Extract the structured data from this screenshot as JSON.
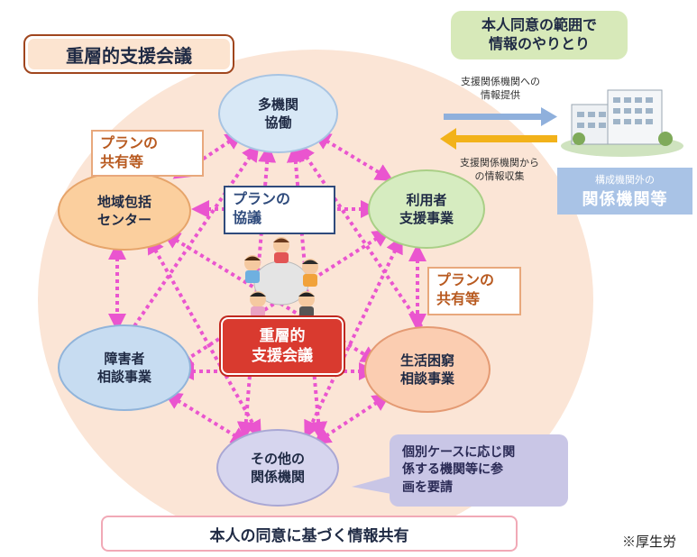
{
  "title": "重層的支援会議",
  "consent_banner": {
    "lines": [
      "本人同意の範囲で",
      "情報のやりとり"
    ]
  },
  "external": {
    "provide_label": [
      "支援関係機関への",
      "情報提供"
    ],
    "collect_label": [
      "支援関係機関から",
      "の情報収集"
    ],
    "sub_label": "構成機関外の",
    "main_label": "関係機関等"
  },
  "nodes": {
    "tashikan": [
      "多機関",
      "協働"
    ],
    "chiiki": [
      "地域包括",
      "センター"
    ],
    "riyousha": [
      "利用者",
      "支援事業"
    ],
    "shougai": [
      "障害者",
      "相談事業"
    ],
    "seikatsu": [
      "生活困窮",
      "相談事業"
    ],
    "sonota": [
      "その他の",
      "関係機関"
    ],
    "center": [
      "重層的",
      "支援会議"
    ]
  },
  "callouts": {
    "plan_share_left": [
      "プランの",
      "共有等"
    ],
    "plan_discussion": [
      "プランの",
      "協議"
    ],
    "plan_share_right": [
      "プランの",
      "共有等"
    ],
    "individual_case": [
      "個別ケースに応じ関",
      "係する機関等に参",
      "画を要請"
    ]
  },
  "footer_banner": "本人の同意に基づく情報共有",
  "source_note": "※厚生労"
}
